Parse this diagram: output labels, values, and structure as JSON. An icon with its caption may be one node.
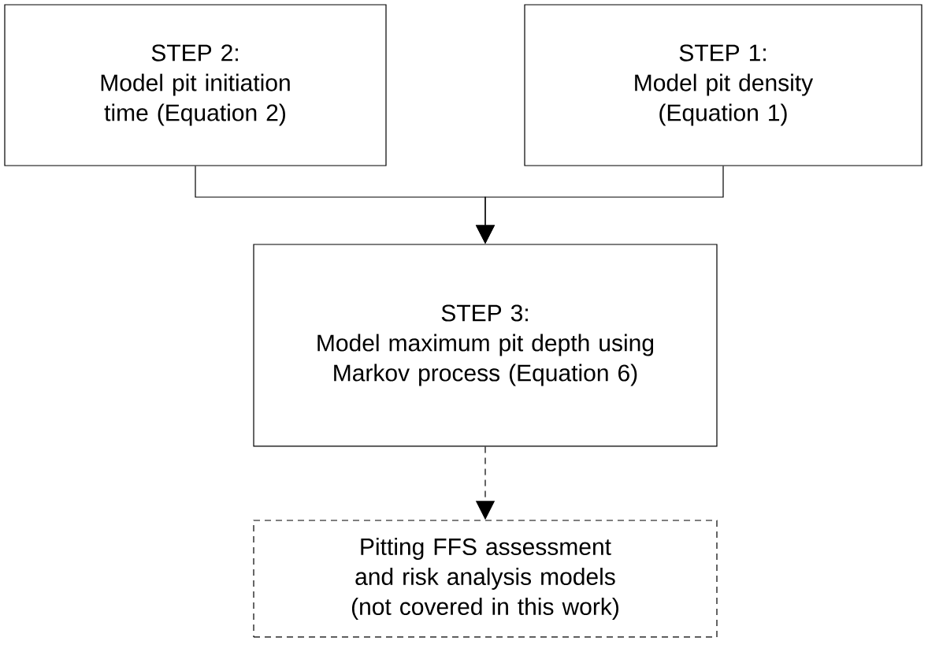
{
  "diagram": {
    "nodes": [
      {
        "text": [
          "STEP 2:",
          "Model pit initiation time (Equation 2)"
        ]
      },
      {
        "text": [
          "STEP 1:",
          "Model pit density (Equation 1)"
        ]
      },
      {
        "text": [
          "STEP 3:",
          "Model maximum pit depth using Markov process (Equation 6)"
        ]
      },
      {
        "text": [
          "Pitting FFS assessment and risk analysis models (not covered in this work)"
        ]
      }
    ],
    "edges": [
      {
        "from": 0,
        "to": 2,
        "arrow": "to"
      },
      {
        "from": 1,
        "to": 2,
        "arrow": "to"
      },
      {
        "from": 2,
        "to": 3,
        "arrow": "to",
        "style": "dashed"
      }
    ]
  }
}
